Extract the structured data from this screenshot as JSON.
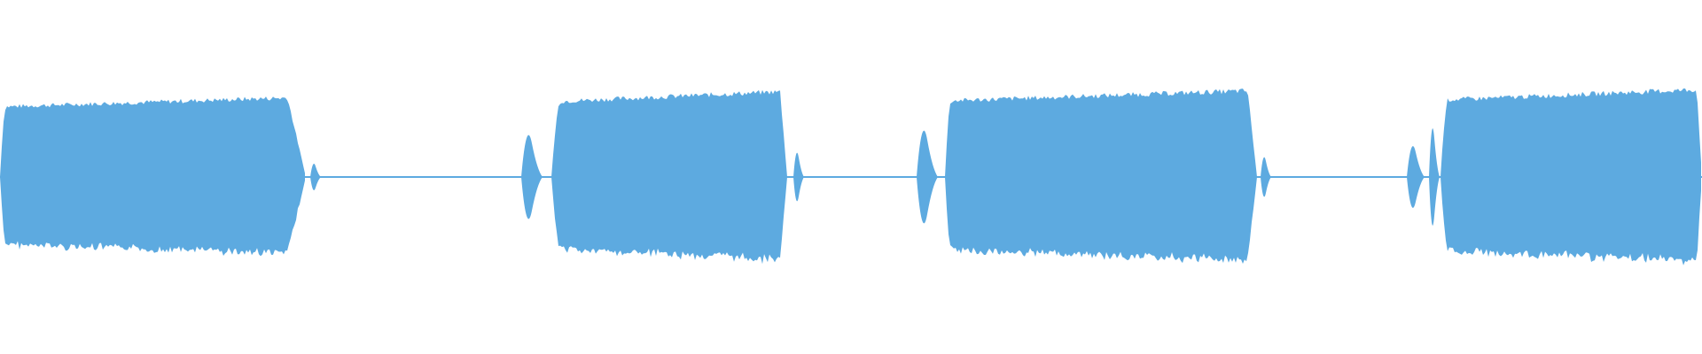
{
  "waveform": {
    "color": "#5DAAE0",
    "background": "#FFFFFF",
    "segments": [
      {
        "kind": "tone",
        "level": 0.83
      },
      {
        "kind": "silence",
        "level": 0.0
      },
      {
        "kind": "tone",
        "level": 0.89
      },
      {
        "kind": "silence",
        "level": 0.0
      },
      {
        "kind": "tone",
        "level": 0.9
      },
      {
        "kind": "silence",
        "level": 0.0
      },
      {
        "kind": "tone",
        "level": 0.91
      }
    ]
  }
}
